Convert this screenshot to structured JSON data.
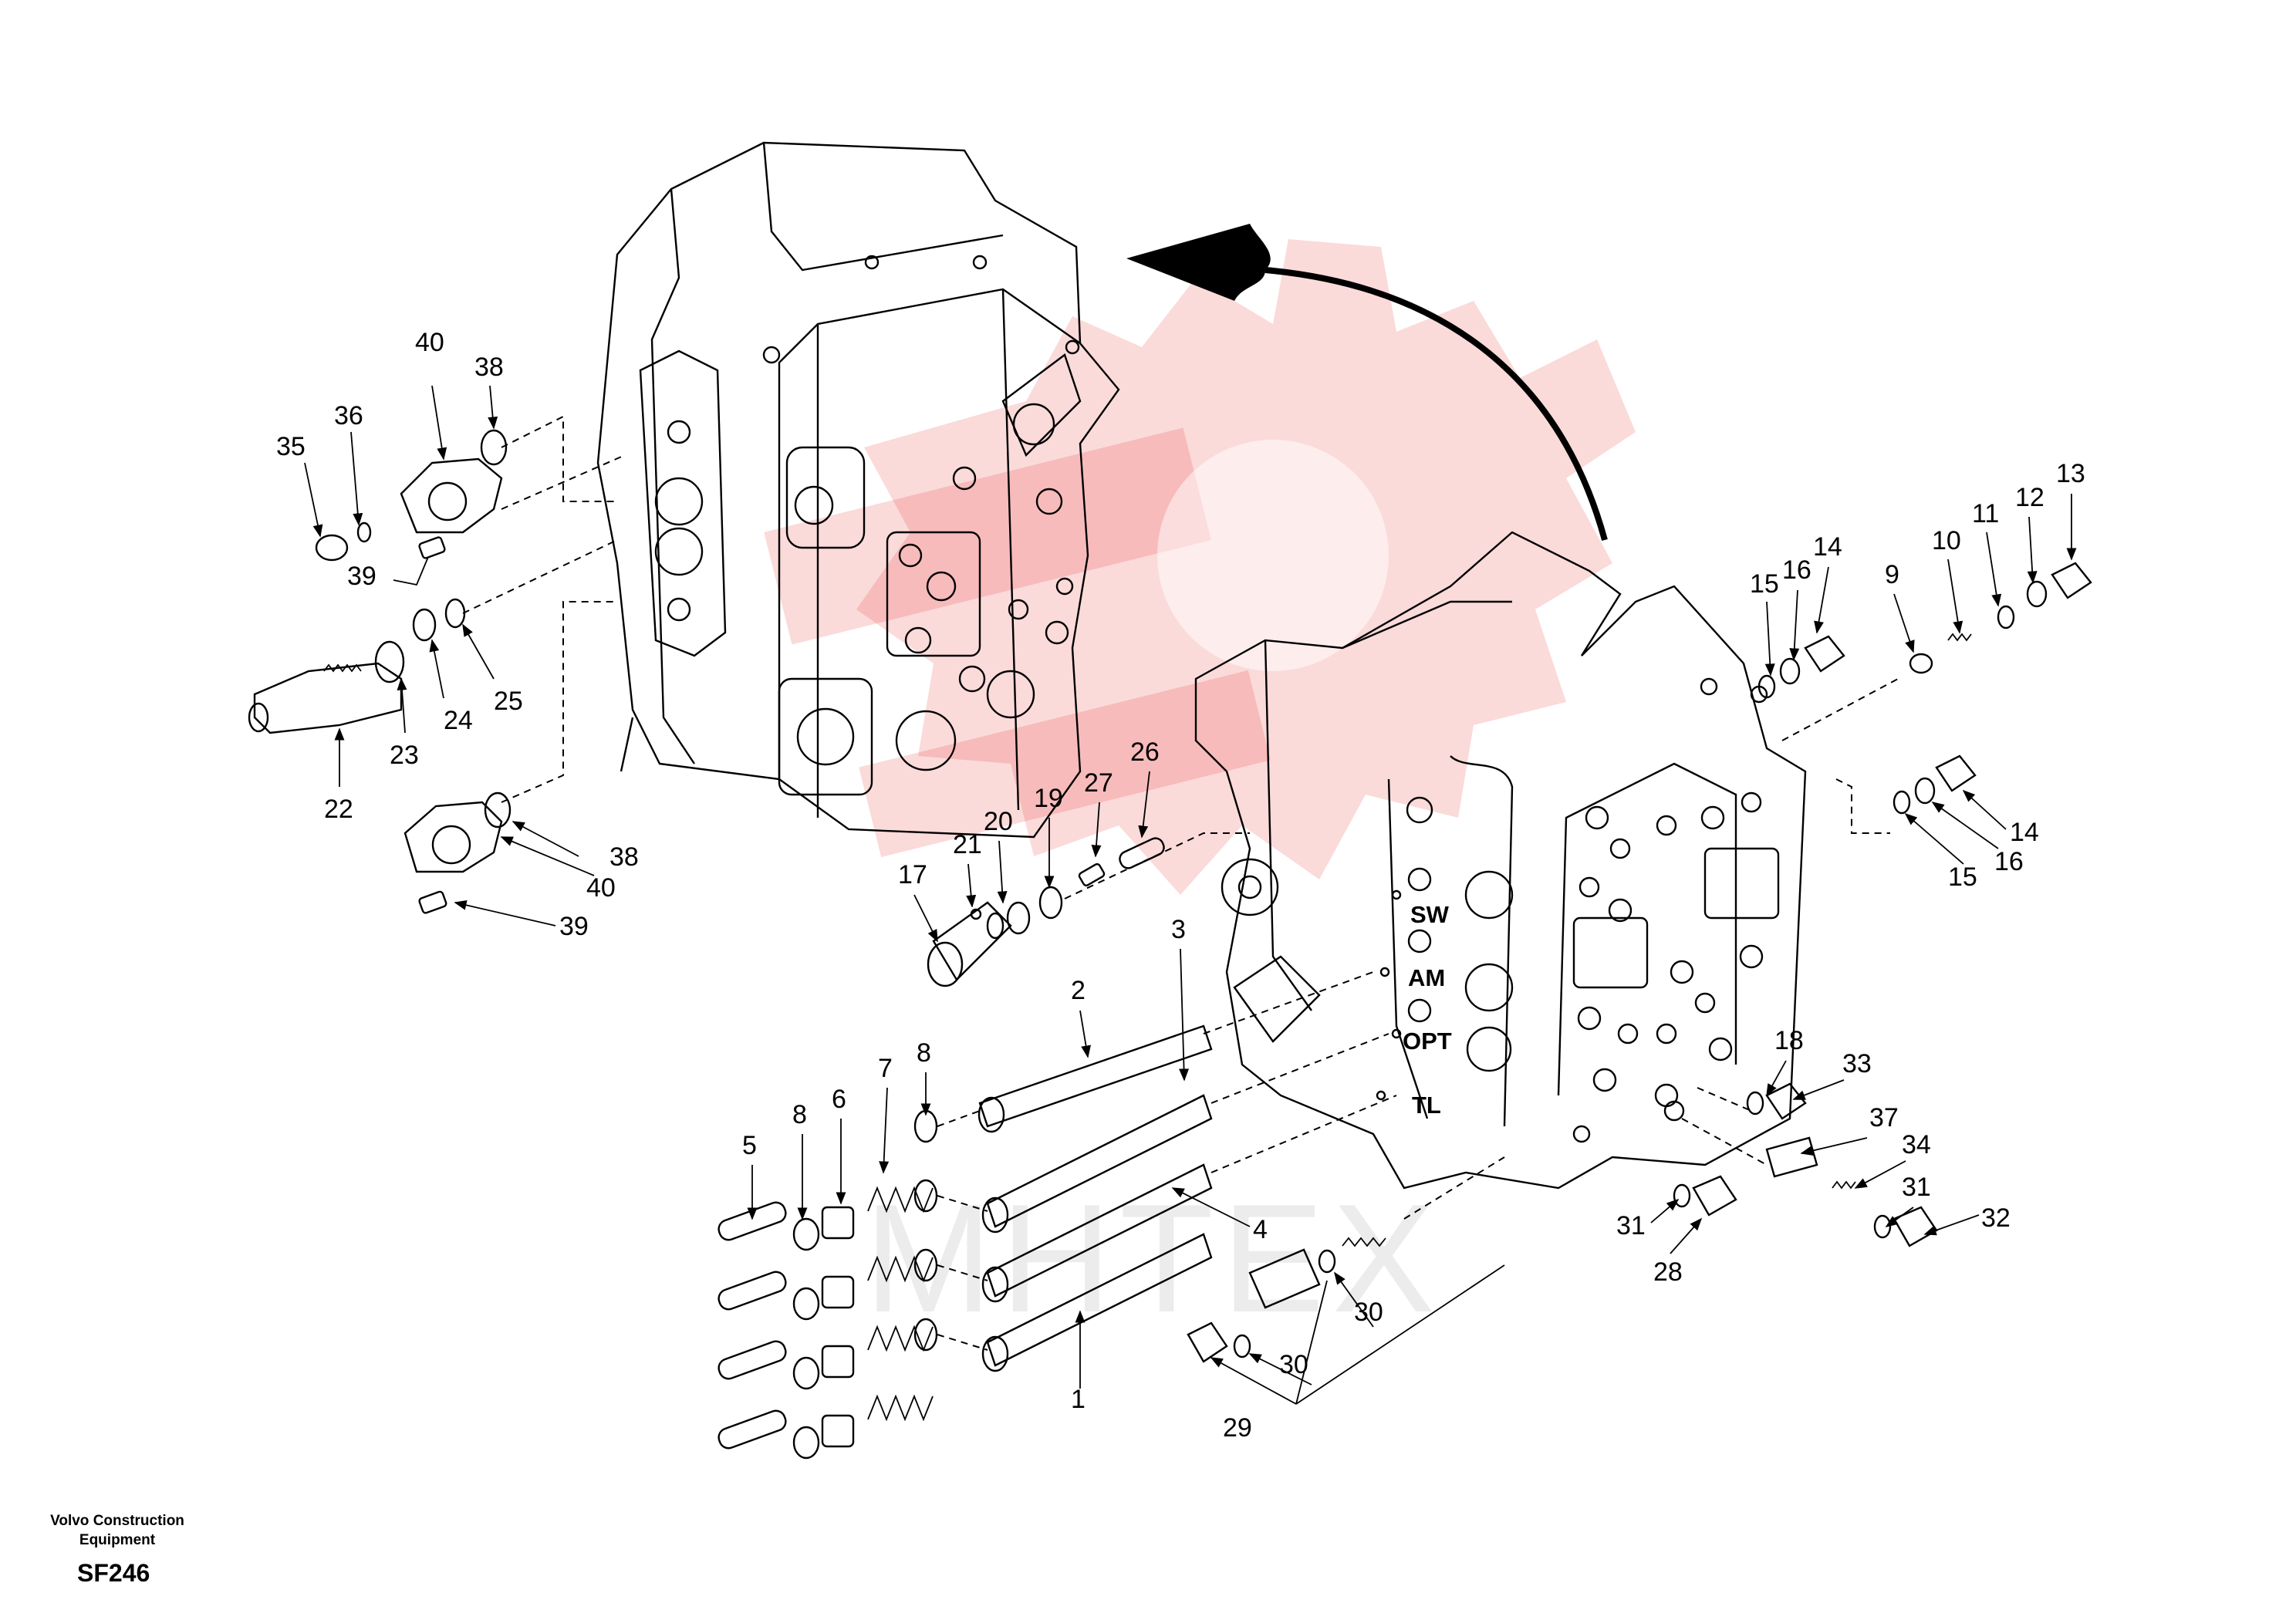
{
  "footer": {
    "publisher_line1": "Volvo Construction",
    "publisher_line2": "Equipment",
    "code": "SF246"
  },
  "watermark": {
    "text": "MHTEX",
    "color": "#e9171b"
  },
  "ports": {
    "sw": "SW",
    "am": "AM",
    "opt": "OPT",
    "tl": "TL"
  },
  "callouts": {
    "c1": "1",
    "c2": "2",
    "c3": "3",
    "c4": "4",
    "c5": "5",
    "c6": "6",
    "c7": "7",
    "c8a": "8",
    "c8b": "8",
    "c9": "9",
    "c10": "10",
    "c11": "11",
    "c12": "12",
    "c13": "13",
    "c14a": "14",
    "c14b": "14",
    "c15a": "15",
    "c15b": "15",
    "c16a": "16",
    "c16b": "16",
    "c17": "17",
    "c18": "18",
    "c19": "19",
    "c20": "20",
    "c21": "21",
    "c22": "22",
    "c23": "23",
    "c24": "24",
    "c25": "25",
    "c26": "26",
    "c27": "27",
    "c28": "28",
    "c29": "29",
    "c30a": "30",
    "c30b": "30",
    "c31a": "31",
    "c31b": "31",
    "c32": "32",
    "c33": "33",
    "c34": "34",
    "c35": "35",
    "c36": "36",
    "c37": "37",
    "c38a": "38",
    "c38b": "38",
    "c39a": "39",
    "c39b": "39",
    "c40a": "40",
    "c40b": "40"
  }
}
